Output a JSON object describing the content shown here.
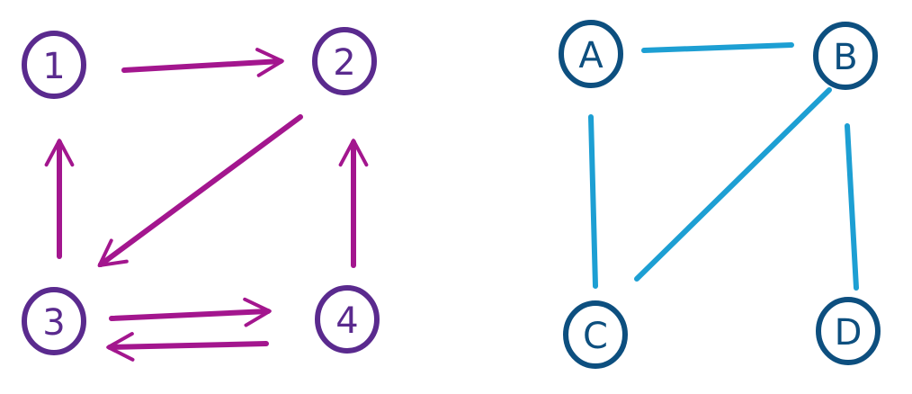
{
  "directed_graph": {
    "node_color": "#5a2a8e",
    "edge_color": "#a3168e",
    "nodes": [
      {
        "id": "1",
        "label": "1"
      },
      {
        "id": "2",
        "label": "2"
      },
      {
        "id": "3",
        "label": "3"
      },
      {
        "id": "4",
        "label": "4"
      }
    ],
    "edges": [
      {
        "from": "1",
        "to": "2"
      },
      {
        "from": "2",
        "to": "3"
      },
      {
        "from": "3",
        "to": "1"
      },
      {
        "from": "4",
        "to": "2"
      },
      {
        "from": "3",
        "to": "4"
      },
      {
        "from": "4",
        "to": "3"
      }
    ]
  },
  "undirected_graph": {
    "node_color": "#0d4f7f",
    "edge_color": "#1d9fd3",
    "nodes": [
      {
        "id": "A",
        "label": "A"
      },
      {
        "id": "B",
        "label": "B"
      },
      {
        "id": "C",
        "label": "C"
      },
      {
        "id": "D",
        "label": "D"
      }
    ],
    "edges": [
      {
        "from": "A",
        "to": "B"
      },
      {
        "from": "A",
        "to": "C"
      },
      {
        "from": "B",
        "to": "C"
      },
      {
        "from": "B",
        "to": "D"
      }
    ]
  }
}
